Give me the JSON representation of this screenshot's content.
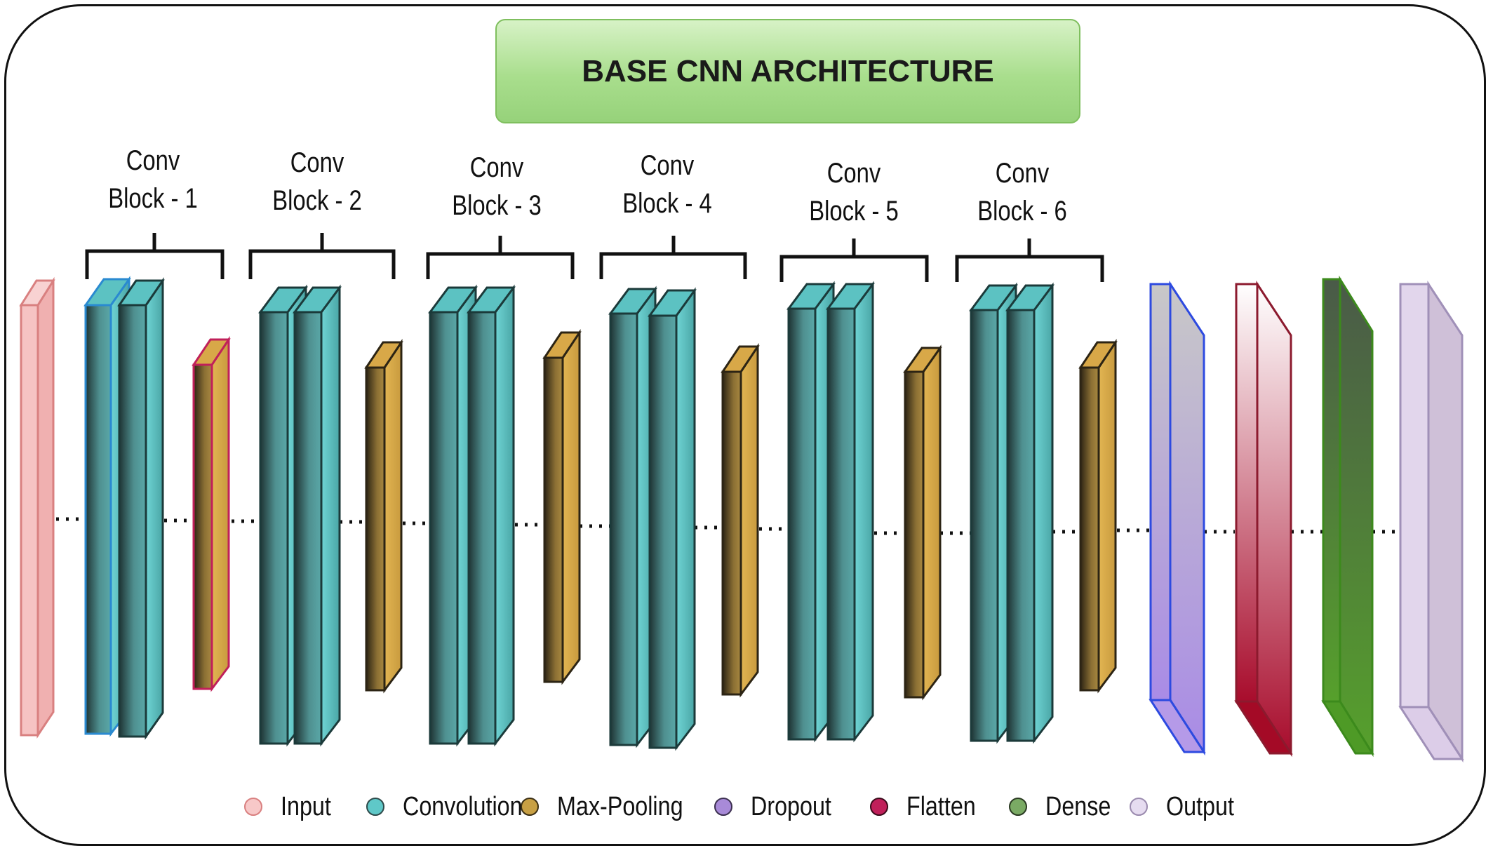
{
  "title": "BASE CNN ARCHITECTURE",
  "blocks": [
    {
      "line1": "Conv",
      "line2": "Block - 1"
    },
    {
      "line1": "Conv",
      "line2": "Block - 2"
    },
    {
      "line1": "Conv",
      "line2": "Block - 3"
    },
    {
      "line1": "Conv",
      "line2": "Block - 4"
    },
    {
      "line1": "Conv",
      "line2": "Block - 5"
    },
    {
      "line1": "Conv",
      "line2": "Block - 6"
    }
  ],
  "legend": [
    {
      "label": "Input",
      "color": "#f4b4b4"
    },
    {
      "label": "Convolution",
      "color": "#5fc8c8"
    },
    {
      "label": "Max-Pooling",
      "color": "#c8a044"
    },
    {
      "label": "Dropout",
      "color": "#a88ad8"
    },
    {
      "label": "Flatten",
      "color": "#c0205a"
    },
    {
      "label": "Dense",
      "color": "#6a9a58"
    },
    {
      "label": "Output",
      "color": "#dccde8"
    }
  ],
  "layers": [
    {
      "type": "input",
      "name": "input-layer"
    },
    {
      "type": "conv",
      "name": "conv-layer"
    },
    {
      "type": "conv",
      "name": "conv-layer"
    },
    {
      "type": "pool",
      "name": "pool-layer"
    },
    {
      "type": "conv",
      "name": "conv-layer"
    },
    {
      "type": "conv",
      "name": "conv-layer"
    },
    {
      "type": "pool",
      "name": "pool-layer"
    },
    {
      "type": "conv",
      "name": "conv-layer"
    },
    {
      "type": "conv",
      "name": "conv-layer"
    },
    {
      "type": "pool",
      "name": "pool-layer"
    },
    {
      "type": "conv",
      "name": "conv-layer"
    },
    {
      "type": "conv",
      "name": "conv-layer"
    },
    {
      "type": "pool",
      "name": "pool-layer"
    },
    {
      "type": "conv",
      "name": "conv-layer"
    },
    {
      "type": "conv",
      "name": "conv-layer"
    },
    {
      "type": "pool",
      "name": "pool-layer"
    },
    {
      "type": "conv",
      "name": "conv-layer"
    },
    {
      "type": "conv",
      "name": "conv-layer"
    },
    {
      "type": "pool",
      "name": "pool-layer"
    },
    {
      "type": "dropout",
      "name": "dropout-layer"
    },
    {
      "type": "flatten",
      "name": "flatten-layer"
    },
    {
      "type": "dense",
      "name": "dense-layer"
    },
    {
      "type": "output",
      "name": "output-layer"
    }
  ]
}
